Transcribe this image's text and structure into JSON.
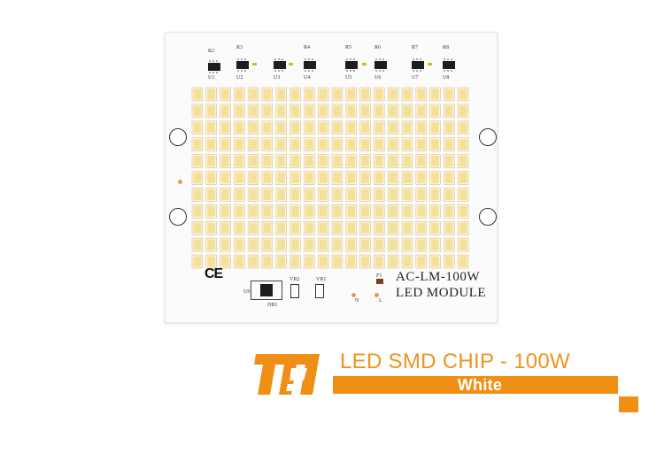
{
  "board": {
    "model_label": "AC-LM-100W",
    "module_label": "LED MODULE",
    "ce_mark": "CE",
    "silkscreen": [
      "R2",
      "R3",
      "R4",
      "R5",
      "R6",
      "R7",
      "R8",
      "U1",
      "U2",
      "U3",
      "U4",
      "U5",
      "U6",
      "U7",
      "U8",
      "VR2",
      "VR1",
      "F1",
      "DB1",
      "N",
      "L"
    ],
    "led_rows": 11,
    "led_cols": 20
  },
  "banner": {
    "logo_icon": "mb-logo-icon",
    "title": "LED SMD CHIP - 100W",
    "subtitle": "White",
    "accent_color": "#f08f15"
  }
}
